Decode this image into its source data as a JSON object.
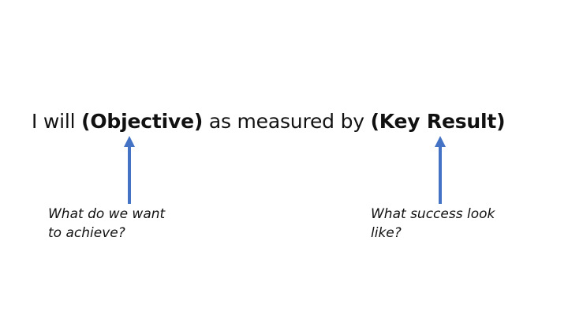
{
  "statement": {
    "part1": "I will ",
    "objective": "(Objective)",
    "part2": " as measured by ",
    "key_result": "(Key Result)"
  },
  "annotations": {
    "objective": {
      "line1": "What do we want",
      "line2": "to achieve?"
    },
    "key_result": {
      "line1": "What success look",
      "line2": "like?"
    }
  },
  "colors": {
    "arrow": "#4472C4",
    "text": "#111111"
  }
}
